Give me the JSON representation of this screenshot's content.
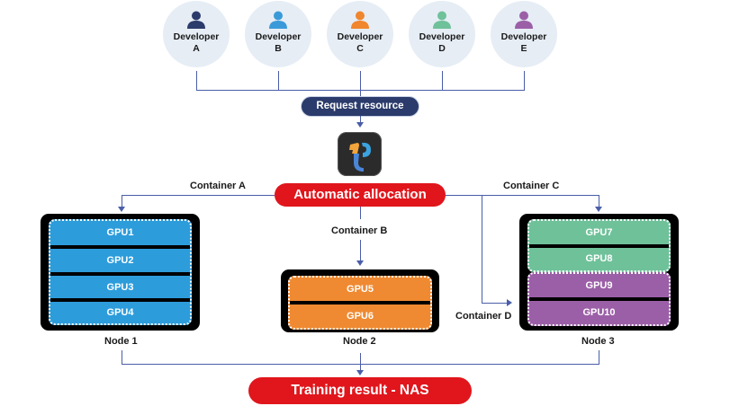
{
  "developers": [
    {
      "label_line1": "Developer",
      "label_line2": "A",
      "color": "#2b3b6b"
    },
    {
      "label_line1": "Developer",
      "label_line2": "B",
      "color": "#3a9ad9"
    },
    {
      "label_line1": "Developer",
      "label_line2": "C",
      "color": "#f0862e"
    },
    {
      "label_line1": "Developer",
      "label_line2": "D",
      "color": "#6fc19a"
    },
    {
      "label_line1": "Developer",
      "label_line2": "E",
      "color": "#9b5fa7"
    }
  ],
  "request_label": "Request resource",
  "scheduler_icon": "scheduler-app-icon",
  "allocation_label": "Automatic allocation",
  "containers": {
    "a": "Container A",
    "b": "Container B",
    "c": "Container C",
    "d": "Container D"
  },
  "nodes": [
    {
      "label": "Node 1",
      "gpus": [
        "GPU1",
        "GPU2",
        "GPU3",
        "GPU4"
      ]
    },
    {
      "label": "Node 2",
      "gpus": [
        "GPU5",
        "GPU6"
      ]
    },
    {
      "label": "Node 3",
      "gpus": [
        "GPU7",
        "GPU8",
        "GPU9",
        "GPU10"
      ]
    }
  ],
  "result_label": "Training result - NAS",
  "colors": {
    "container_a": "#2d9cdb",
    "container_b": "#ef8a32",
    "container_c": "#6fc19a",
    "container_d": "#9b5fa7",
    "red": "#e0161c",
    "navy": "#2b3b6b",
    "line": "#4a5ea8"
  }
}
